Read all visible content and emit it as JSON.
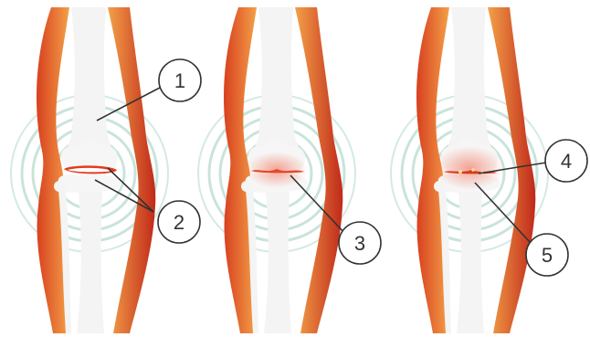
{
  "diagram": {
    "callouts": [
      {
        "label": "1"
      },
      {
        "label": "2"
      },
      {
        "label": "3"
      },
      {
        "label": "4"
      },
      {
        "label": "5"
      }
    ]
  },
  "colors": {
    "muscle_light": "#F5B25A",
    "muscle_dark": "#D8401F",
    "muscle_edge": "#C0291A",
    "bone": "#F2F2F2",
    "rings": "#CFE6DE",
    "cartilage": "#F0C0B8",
    "inflammation": "#E85A3A",
    "callout_stroke": "#333333"
  }
}
